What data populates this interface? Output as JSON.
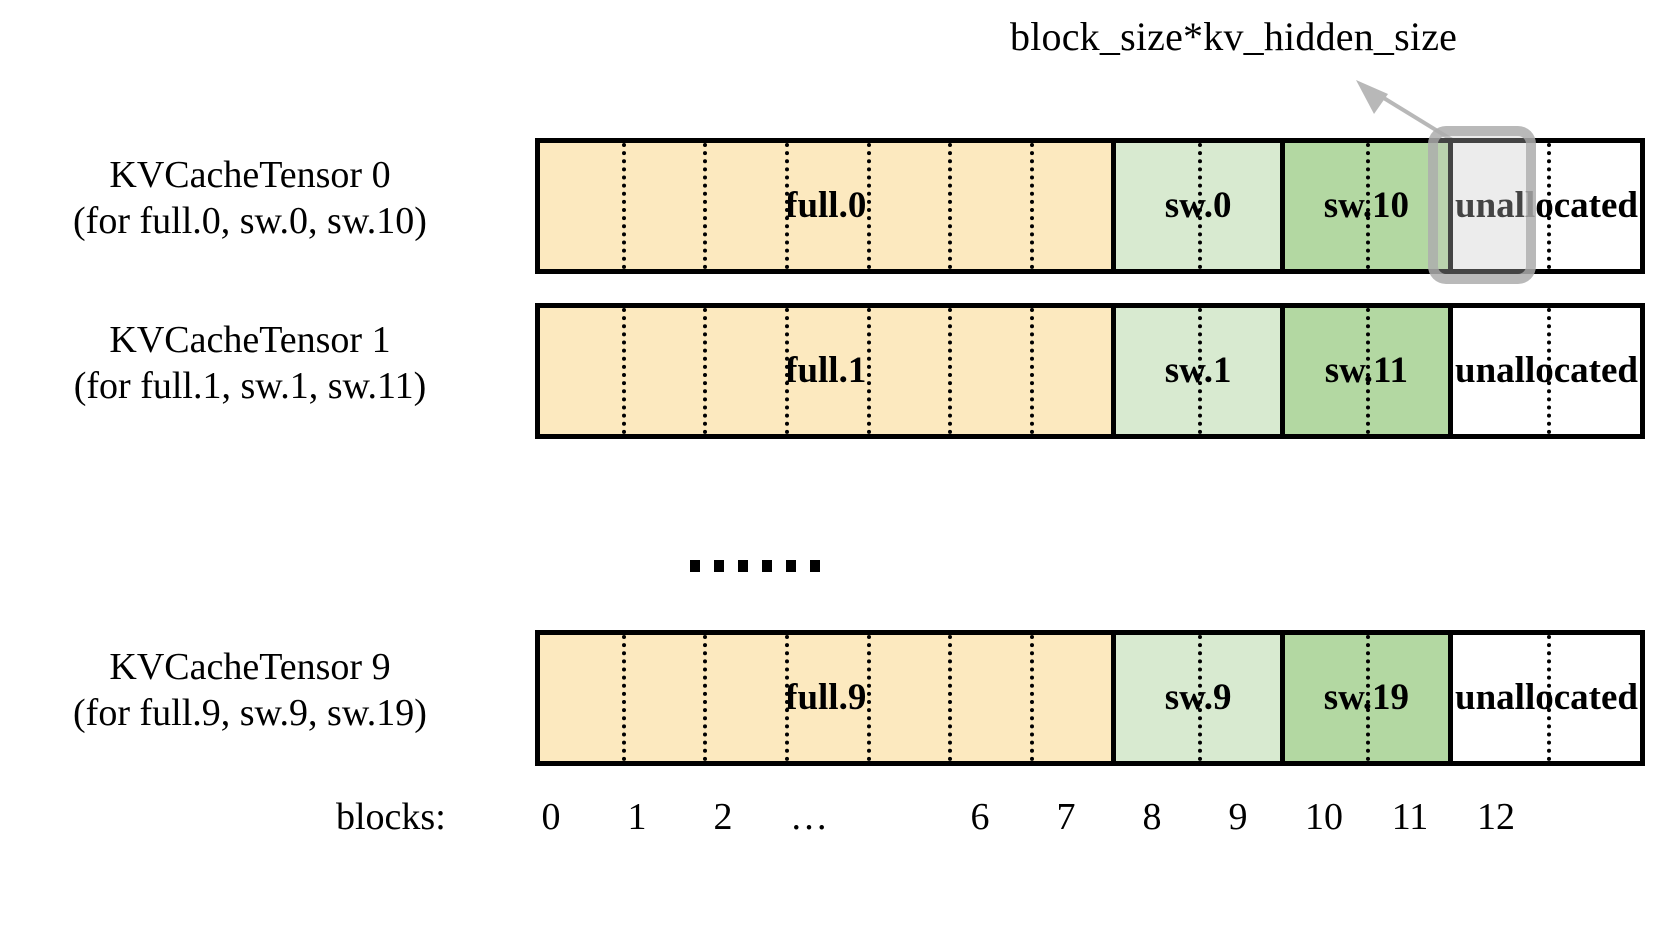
{
  "annotation": {
    "label": "block_size*kv_hidden_size",
    "arrow_icon": "arrow-up-left-icon",
    "arrow_color": "#b0b0b0",
    "highlight_color": "#aaaaaa",
    "highlighted_block_index": 11
  },
  "colors": {
    "full_fill": "#fce9bf",
    "sw_light_fill": "#d8ead0",
    "sw_dark_fill": "#b3d8a2",
    "unallocated_fill": "#ffffff",
    "outline": "#000000"
  },
  "rows": [
    {
      "title": "KVCacheTensor 0",
      "subtitle": "(for full.0, sw.0, sw.10)",
      "segments": [
        {
          "label": "full.0",
          "blocks": 7,
          "fill": "full_fill"
        },
        {
          "label": "sw.0",
          "blocks": 2,
          "fill": "sw_light_fill"
        },
        {
          "label": "sw.10",
          "blocks": 2,
          "fill": "sw_dark_fill"
        },
        {
          "label": "unallocated",
          "blocks": 2,
          "fill": "unallocated_fill"
        }
      ]
    },
    {
      "title": "KVCacheTensor 1",
      "subtitle": "(for full.1, sw.1, sw.11)",
      "segments": [
        {
          "label": "full.1",
          "blocks": 7,
          "fill": "full_fill"
        },
        {
          "label": "sw.1",
          "blocks": 2,
          "fill": "sw_light_fill"
        },
        {
          "label": "sw.11",
          "blocks": 2,
          "fill": "sw_dark_fill"
        },
        {
          "label": "unallocated",
          "blocks": 2,
          "fill": "unallocated_fill"
        }
      ]
    },
    {
      "title": "KVCacheTensor 9",
      "subtitle": "(for full.9, sw.9, sw.19)",
      "segments": [
        {
          "label": "full.9",
          "blocks": 7,
          "fill": "full_fill"
        },
        {
          "label": "sw.9",
          "blocks": 2,
          "fill": "sw_light_fill"
        },
        {
          "label": "sw.19",
          "blocks": 2,
          "fill": "sw_dark_fill"
        },
        {
          "label": "unallocated",
          "blocks": 2,
          "fill": "unallocated_fill"
        }
      ]
    }
  ],
  "row_gap_ellipsis": "......",
  "axis": {
    "title": "blocks:",
    "ticks": [
      "0",
      "1",
      "2",
      "…",
      "6",
      "7",
      "8",
      "9",
      "10",
      "11",
      "12"
    ],
    "tick_block_index": [
      0,
      1,
      2,
      3,
      6,
      7,
      8,
      9,
      10,
      11,
      12
    ]
  }
}
